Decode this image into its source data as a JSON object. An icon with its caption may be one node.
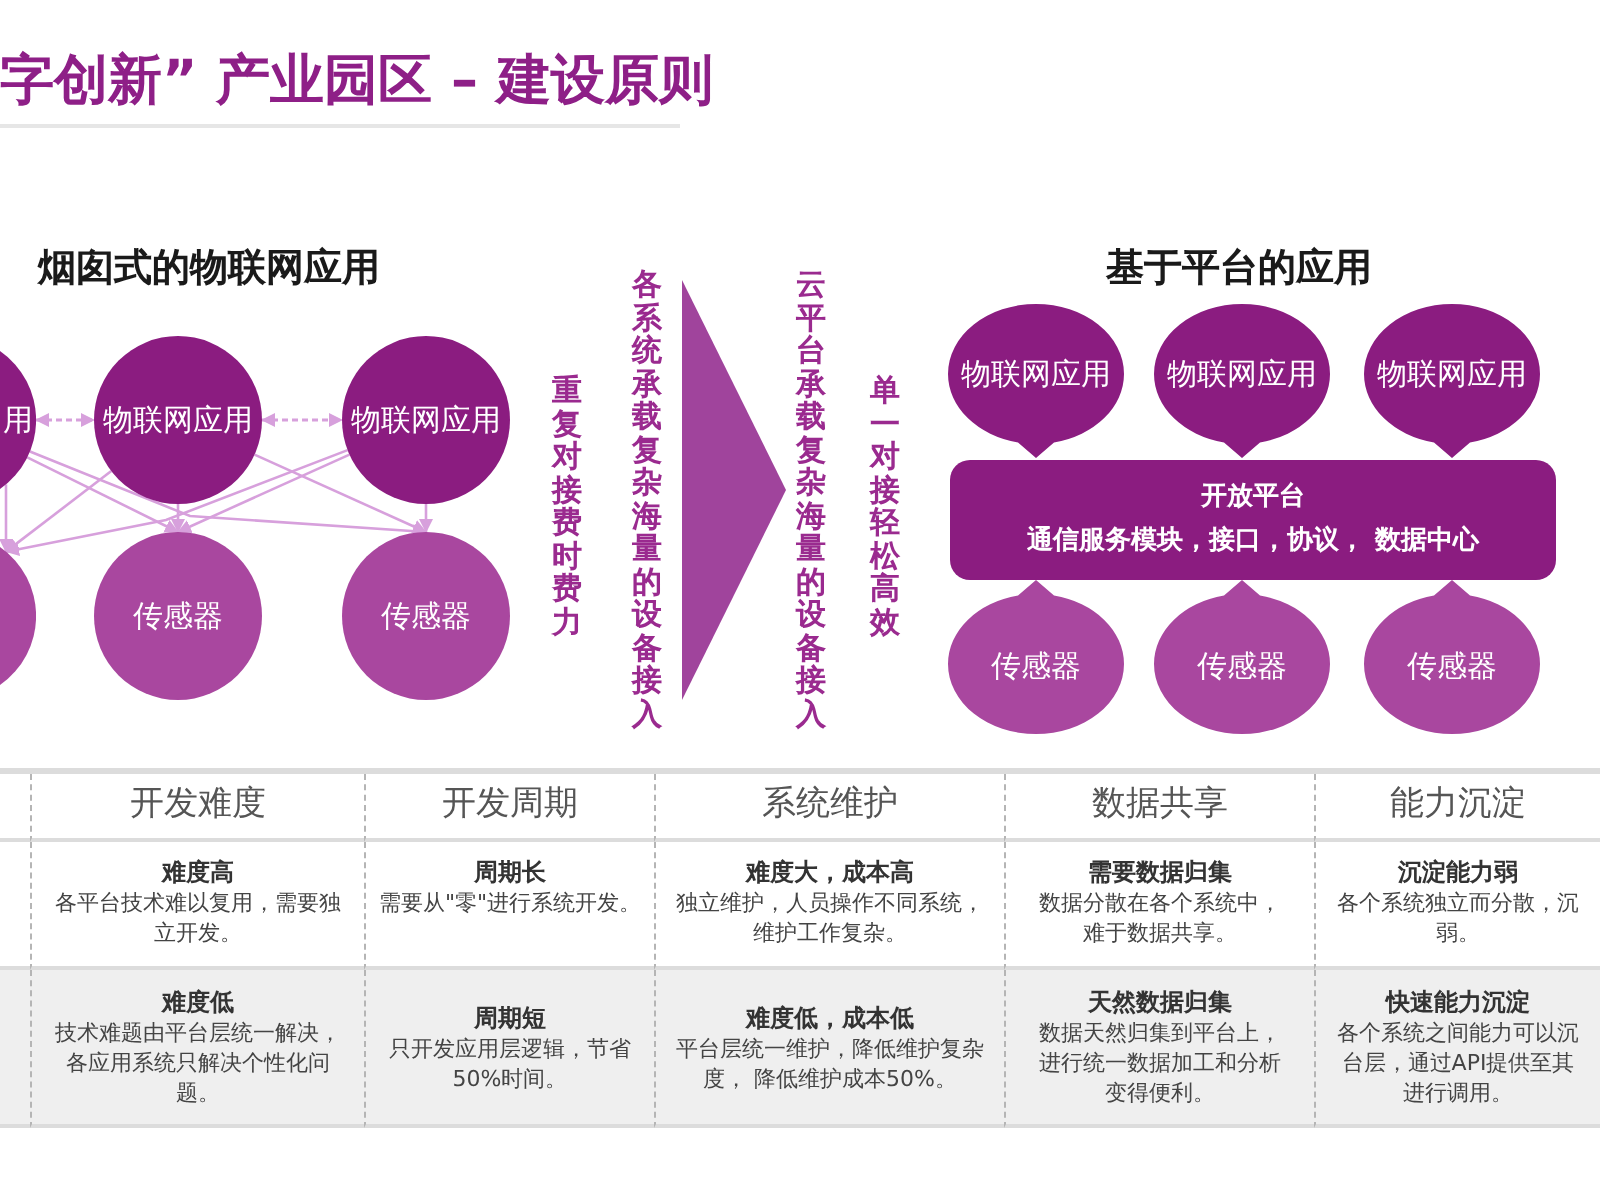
{
  "diagram": {
    "title": "字创新” 产业园区 – 建设原则",
    "nodes": [
      {
        "text": [
          "用"
        ]
      },
      {
        "text": [
          "物联网应用"
        ]
      },
      {
        "text": [
          "物联网应用"
        ]
      },
      {
        "text": [],
        "shape": "circle"
      },
      {
        "text": [
          "传感器"
        ]
      },
      {
        "text": [
          "传感器"
        ]
      },
      {
        "text": [
          "各系统承载复杂海量的设备接入"
        ]
      },
      {
        "text": [
          "云平台承载复杂海量的设备接入"
        ]
      },
      {
        "text": [
          "物联网应用"
        ]
      },
      {
        "text": [
          "物联网应用"
        ]
      },
      {
        "text": [
          "物联网应用"
        ]
      },
      {
        "text": [
          "开放平台",
          "通信服务模块，接口，协议， 数据中心"
        ]
      },
      {
        "text": [
          "传感器"
        ]
      },
      {
        "text": [
          "传感器"
        ]
      },
      {
        "text": [
          "传感器"
        ]
      }
    ],
    "edges": [
      {
        "from": 0,
        "to": 1,
        "arrow": "both",
        "style": "dashed"
      },
      {
        "from": 1,
        "to": 2,
        "arrow": "both",
        "style": "dashed"
      },
      {
        "from": 0,
        "to": 3,
        "arrow": "to"
      },
      {
        "from": 0,
        "to": 4,
        "arrow": "to"
      },
      {
        "from": 0,
        "to": 5,
        "arrow": "to"
      },
      {
        "from": 1,
        "to": 3,
        "arrow": "to"
      },
      {
        "from": 1,
        "to": 4,
        "arrow": "to"
      },
      {
        "from": 1,
        "to": 5,
        "arrow": "to"
      },
      {
        "from": 2,
        "to": 3,
        "arrow": "to"
      },
      {
        "from": 2,
        "to": 4,
        "arrow": "to"
      },
      {
        "from": 2,
        "to": 5,
        "arrow": "to"
      },
      {
        "from": 6,
        "to": 7,
        "arrow": "to",
        "style": "thick",
        "color": "#a0449c"
      }
    ],
    "labels": [
      "烟囱式的物联网应用",
      "重复对接费时费力",
      "单一对接轻松高效",
      "基于平台的应用",
      "开发难度",
      "开发周期",
      "系统维护",
      "数据共享",
      "能力沉淀",
      "难度高",
      "各平台技术难以复用，需要独立开发。",
      "周期长",
      "需要从\"零\"进行系统开发。",
      "难度大，成本高",
      "独立维护，人员操作不同系统，维护工作复杂。",
      "需要数据归集",
      "数据分散在各个系统中，难于数据共享。",
      "沉淀能力弱",
      "各个系统独立而分散，沉",
      "弱。",
      "难度低",
      "技术难题由平台层统一解决，各应用系统只解决个性化问题。",
      "周期短",
      "只开发应用层逻辑，节省50%时间。",
      "难度低，成本低",
      "平台层统一维护，降低维护复杂度， 降低维护成本50%。",
      "天然数据归集",
      "数据天然归集到平台上，进行统一数据加工和分析变得便利。",
      "快速能力沉淀",
      "各个系统之间能力可以沉",
      "台层，通过API提供至其",
      "进行调用。"
    ]
  }
}
